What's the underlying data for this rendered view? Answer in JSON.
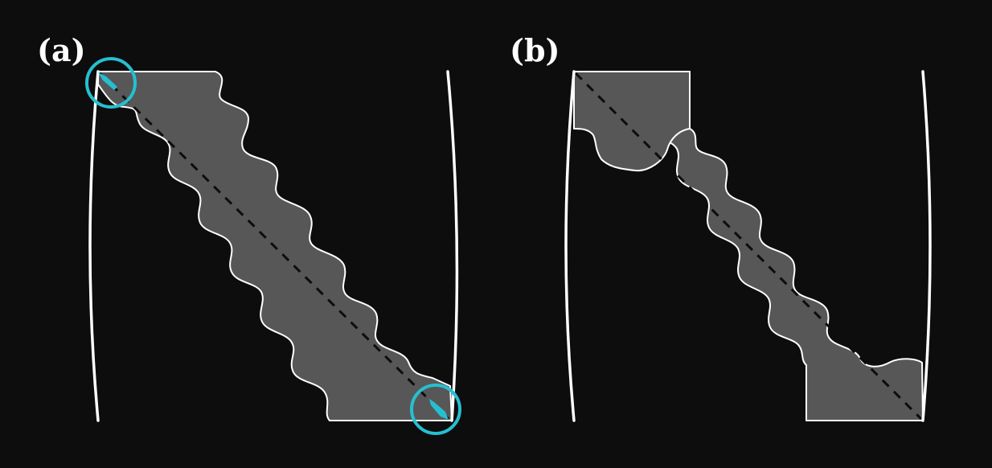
{
  "panels": [
    {
      "id": "a",
      "label": "(a)",
      "corner_highlights": true
    },
    {
      "id": "b",
      "label": "(b)",
      "corner_highlights": false
    }
  ],
  "colors": {
    "background": "#0d0d0d",
    "band_fill": "#575757",
    "band_edge": "#ffffff",
    "bracket": "#ffffff",
    "diagonal": "#0d0d0d",
    "highlight": "#26bfd0"
  }
}
